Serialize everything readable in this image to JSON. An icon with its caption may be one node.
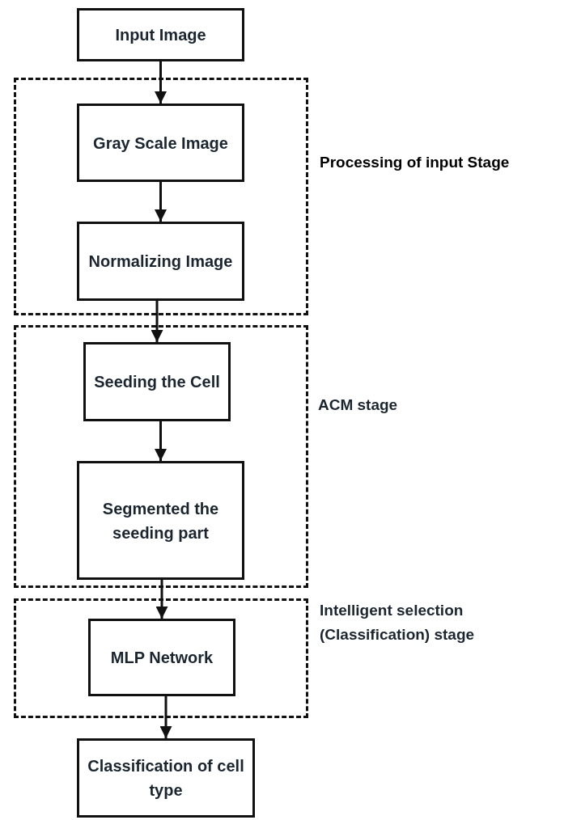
{
  "diagram": {
    "nodes": [
      {
        "text": [
          "Input Image"
        ]
      },
      {
        "text": [
          "Processing of input Stage"
        ]
      },
      {
        "text": [
          "Gray Scale Image"
        ],
        "in": 1
      },
      {
        "text": [
          "Normalizing Image"
        ],
        "in": 1
      },
      {
        "text": [
          "ACM stage"
        ]
      },
      {
        "text": [
          "Seeding the Cell"
        ],
        "in": 4
      },
      {
        "text": [
          "Segmented the seeding part"
        ],
        "in": 4
      },
      {
        "text": [
          "Intelligent selection (Classification) stage"
        ]
      },
      {
        "text": [
          "MLP Network"
        ],
        "in": 7
      },
      {
        "text": [
          "Classification of cell type"
        ]
      }
    ],
    "edges": [
      {
        "from": 0,
        "to": 2,
        "arrow": "to"
      },
      {
        "from": 2,
        "to": 3,
        "arrow": "to"
      },
      {
        "from": 3,
        "to": 5,
        "arrow": "to"
      },
      {
        "from": 5,
        "to": 6,
        "arrow": "to"
      },
      {
        "from": 6,
        "to": 8,
        "arrow": "to"
      },
      {
        "from": 8,
        "to": 9,
        "arrow": "to"
      }
    ]
  }
}
